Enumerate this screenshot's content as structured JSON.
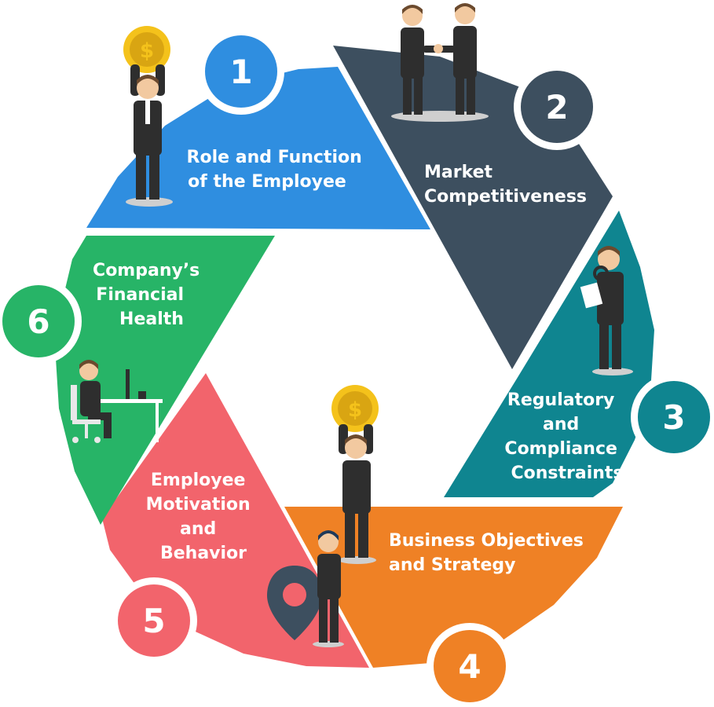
{
  "segments": [
    {
      "number": "1",
      "label": [
        "Role and Function",
        "of the Employee"
      ],
      "color": "#2f8ee0"
    },
    {
      "number": "2",
      "label": [
        "Market",
        "Competitiveness"
      ],
      "color": "#3d4f5f"
    },
    {
      "number": "3",
      "label": [
        "Regulatory",
        "and",
        "Compliance",
        "Constraints"
      ],
      "color": "#0f8590"
    },
    {
      "number": "4",
      "label": [
        "Business Objectives",
        "and Strategy"
      ],
      "color": "#ef8125"
    },
    {
      "number": "5",
      "label": [
        "Employee",
        "Motivation",
        "and",
        "Behavior"
      ],
      "color": "#f2646c"
    },
    {
      "number": "6",
      "label": [
        "Company’s",
        "Financial",
        "Health"
      ],
      "color": "#27b467"
    }
  ],
  "icons": {
    "coin": "coin-icon",
    "handshake": "handshake-people-icon",
    "magnifier": "magnifier-person-icon",
    "location": "location-pin-icon",
    "desk": "desk-worker-icon"
  },
  "colors": {
    "suit": "#2e2e2e",
    "skin": "#f2c9a0",
    "hair": "#6b4a2e",
    "coin": "#f4c21b",
    "coin_dark": "#d9a512",
    "shadow": "#cfcfcf"
  }
}
